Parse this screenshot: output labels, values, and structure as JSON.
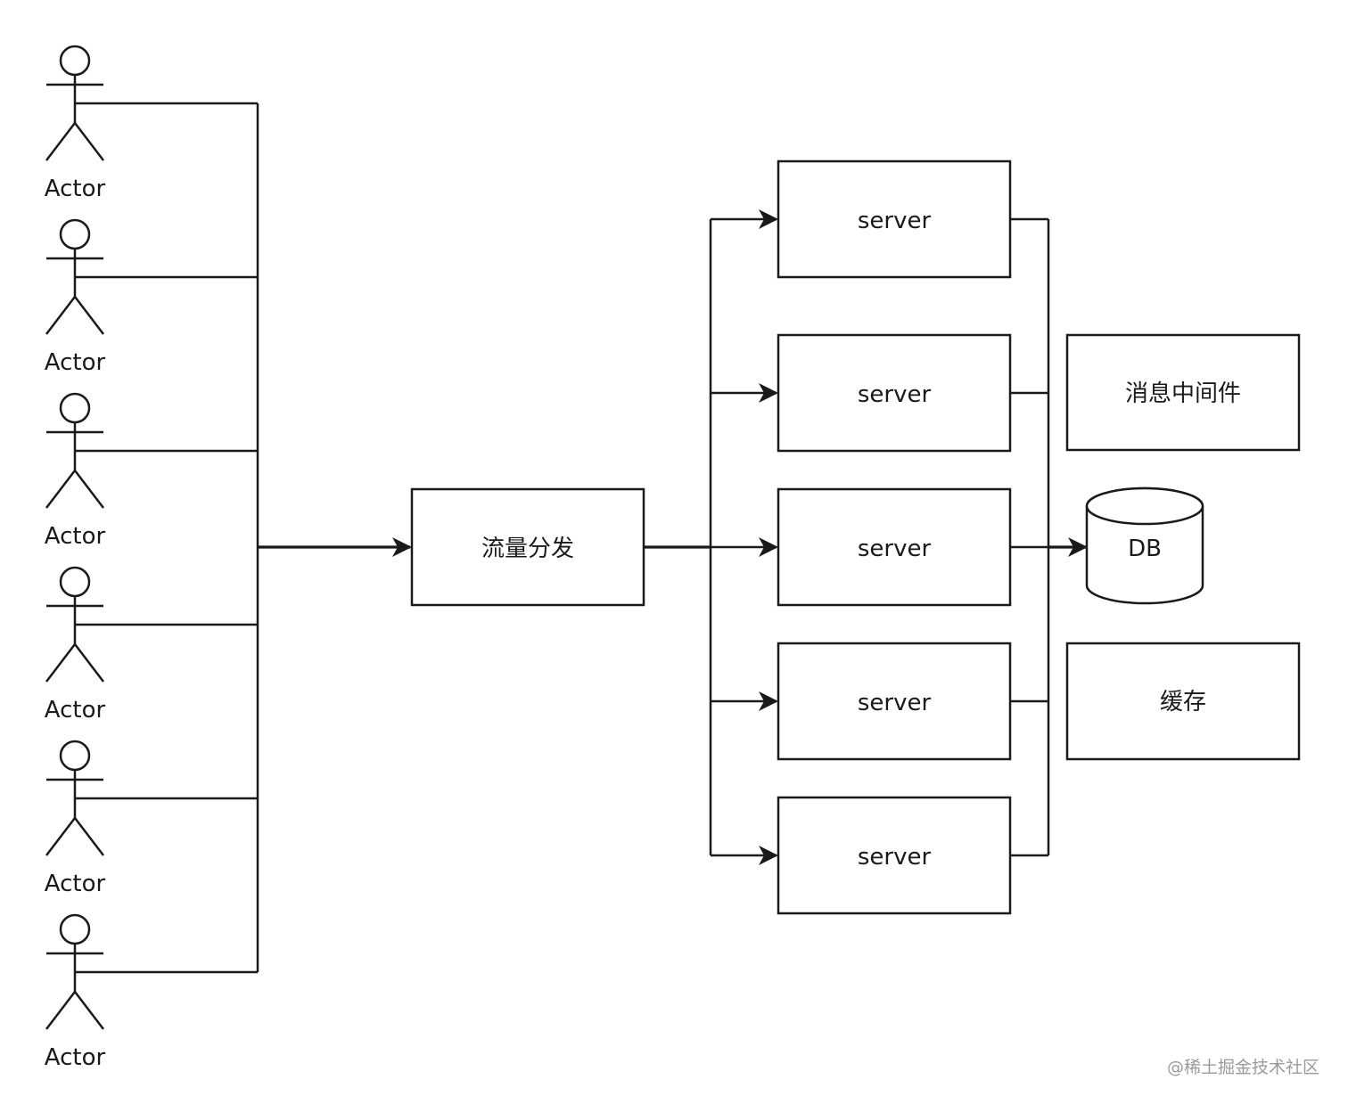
{
  "actors": [
    {
      "label": "Actor"
    },
    {
      "label": "Actor"
    },
    {
      "label": "Actor"
    },
    {
      "label": "Actor"
    },
    {
      "label": "Actor"
    },
    {
      "label": "Actor"
    }
  ],
  "dispatcher": {
    "label": "流量分发"
  },
  "servers": [
    {
      "label": "server"
    },
    {
      "label": "server"
    },
    {
      "label": "server"
    },
    {
      "label": "server"
    },
    {
      "label": "server"
    }
  ],
  "backends": {
    "message_queue": {
      "label": "消息中间件"
    },
    "database": {
      "label": "DB"
    },
    "cache": {
      "label": "缓存"
    }
  },
  "watermark": "@稀土掘金技术社区"
}
